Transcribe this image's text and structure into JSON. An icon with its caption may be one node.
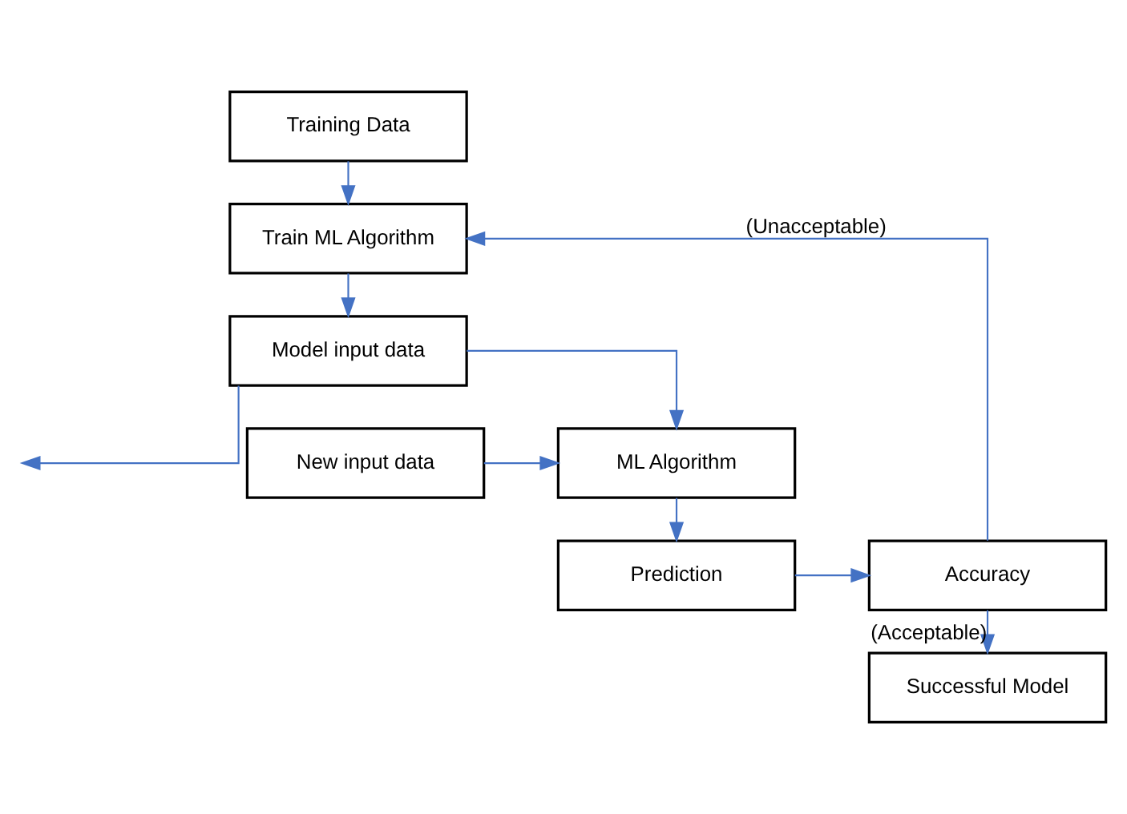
{
  "diagram": {
    "nodes": [
      {
        "text": [
          "Training Data"
        ]
      },
      {
        "text": [
          "Train ML Algorithm"
        ]
      },
      {
        "text": [
          "Model input data"
        ]
      },
      {
        "text": [
          "New input data"
        ]
      },
      {
        "text": [
          "ML Algorithm"
        ]
      },
      {
        "text": [
          "Prediction"
        ]
      },
      {
        "text": [
          "Accuracy"
        ]
      },
      {
        "text": [
          "Successful Model"
        ]
      }
    ],
    "edges": [
      {
        "from": 0,
        "to": 1,
        "arrow": "to"
      },
      {
        "from": 1,
        "to": 2,
        "arrow": "to"
      },
      {
        "from": 2,
        "to": 4,
        "arrow": "to"
      },
      {
        "from": 2,
        "to": null,
        "arrow": "to"
      },
      {
        "from": 3,
        "to": 4,
        "arrow": "to"
      },
      {
        "from": 4,
        "to": 5,
        "arrow": "to"
      },
      {
        "from": 5,
        "to": 6,
        "arrow": "to"
      },
      {
        "from": 6,
        "to": 1,
        "arrow": "to",
        "label": "(Unacceptable)"
      },
      {
        "from": 6,
        "to": 7,
        "arrow": "to",
        "label": "(Acceptable)"
      }
    ]
  }
}
